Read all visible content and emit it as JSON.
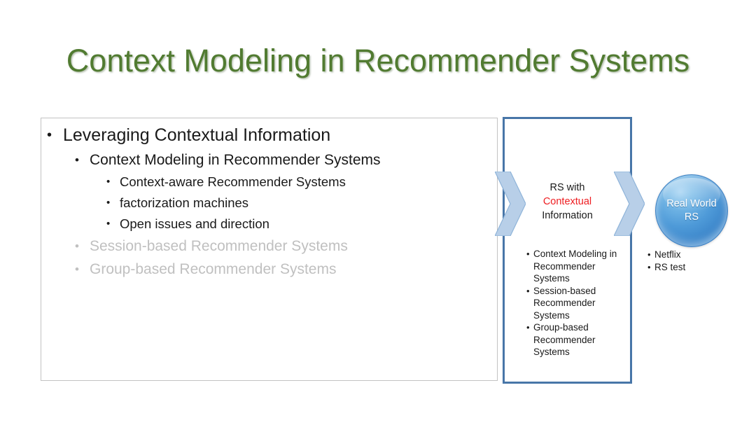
{
  "slide": {
    "title": "Context Modeling in Recommender Systems",
    "title_color": "#517b31",
    "background": "#ffffff"
  },
  "content_box": {
    "border_color": "#c2c2c2",
    "bullet_glyph": "•",
    "dim_color": "#c0c0c0",
    "items": [
      {
        "level": 1,
        "text": "Leveraging Contextual Information",
        "dim": false
      },
      {
        "level": 2,
        "text": "Context Modeling in Recommender Systems",
        "dim": false
      },
      {
        "level": 3,
        "text": "Context-aware Recommender Systems",
        "dim": false
      },
      {
        "level": 3,
        "text": "factorization machines",
        "dim": false
      },
      {
        "level": 3,
        "text": "Open issues and direction",
        "dim": false
      },
      {
        "level": 2,
        "text": "Session-based Recommender Systems",
        "dim": true
      },
      {
        "level": 2,
        "text": "Group-based Recommender Systems",
        "dim": true
      }
    ]
  },
  "diagram": {
    "blue_box": {
      "border_color": "#4876a8",
      "heading": {
        "line1": "RS with",
        "line2_highlight": "Contextual",
        "line2_highlight_color": "#ee1d21",
        "line3": "Information"
      },
      "bullets": [
        "Context Modeling in Recommender Systems",
        "Session-based Recommender Systems",
        "Group-based Recommender Systems"
      ]
    },
    "chevrons": [
      {
        "name": "chevron-arrow-left",
        "fill": "#b8cfe8",
        "stroke": "#8fb4d9"
      },
      {
        "name": "chevron-arrow-right",
        "fill": "#b8cfe8",
        "stroke": "#8fb4d9"
      }
    ],
    "circle": {
      "label_line1": "Real World",
      "label_line2": "RS",
      "fill": "#4e9ad8",
      "text_color": "#ffffff"
    },
    "right_bullets": [
      "Netflix",
      "RS test"
    ]
  }
}
